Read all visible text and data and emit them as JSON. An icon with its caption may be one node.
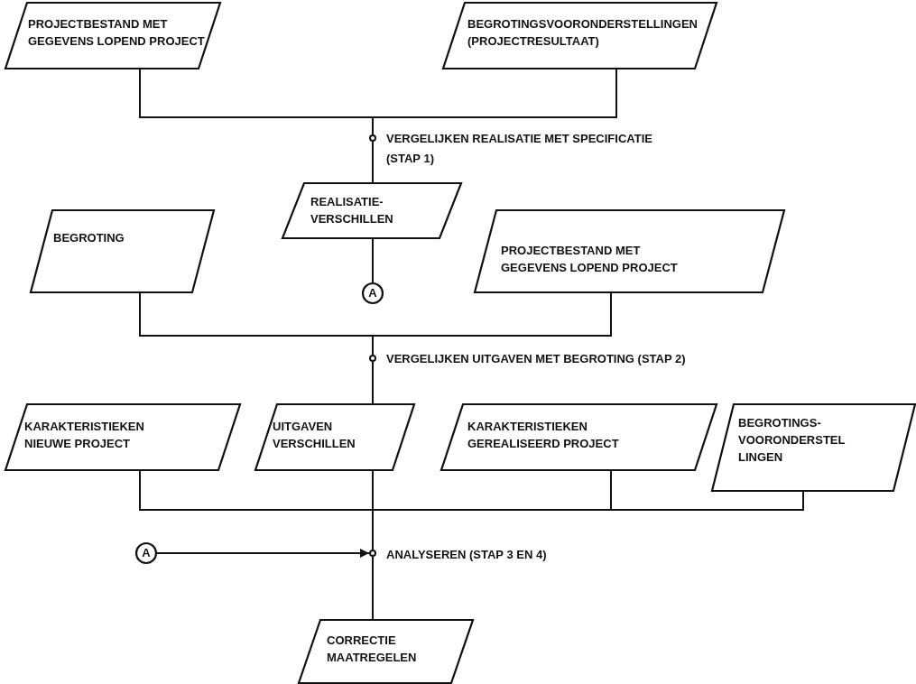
{
  "diagram": {
    "nodes": [
      {
        "text": [
          "PROJECTBESTAND MET GEGEVENS LOPEND PROJECT"
        ]
      },
      {
        "text": [
          "BEGROTINGSVOORONDERSTELLINGEN (PROJECTRESULTAAT)"
        ]
      },
      {
        "text": [],
        "shape": "circle",
        "beside": [
          "VERGELIJKEN REALISATIE MET SPECIFICATIE (STAP 1)"
        ]
      },
      {
        "text": [
          "REALISATIE- VERSCHILLEN"
        ]
      },
      {
        "text": [
          "A"
        ]
      },
      {
        "text": [
          "BEGROTING"
        ]
      },
      {
        "text": [
          "PROJECTBESTAND MET GEGEVENS LOPEND PROJECT"
        ]
      },
      {
        "text": [],
        "shape": "circle",
        "beside": [
          "VERGELIJKEN UITGAVEN MET BEGROTING (STAP 2)"
        ]
      },
      {
        "text": [
          "KARAKTERISTIEKEN NIEUWE PROJECT"
        ]
      },
      {
        "text": [
          "UITGAVEN VERSCHILLEN"
        ]
      },
      {
        "text": [
          "KARAKTERISTIEKEN GEREALISEERD PROJECT"
        ]
      },
      {
        "text": [
          "BEGROTINGS- VOORONDERSTEL LINGEN"
        ]
      },
      {
        "text": [
          "A"
        ]
      },
      {
        "text": [],
        "shape": "circle",
        "beside": [
          "ANALYSEREN (STAP 3 EN 4)"
        ]
      },
      {
        "text": [
          "CORRECTIE MAATREGELEN"
        ]
      }
    ],
    "edges": [
      {
        "from": 0,
        "to": 2,
        "arrow": "none"
      },
      {
        "from": 1,
        "to": 2,
        "arrow": "none"
      },
      {
        "from": 2,
        "to": 3,
        "arrow": "none"
      },
      {
        "from": 3,
        "to": 4,
        "arrow": "none"
      },
      {
        "from": 5,
        "to": 7,
        "arrow": "none"
      },
      {
        "from": 6,
        "to": 7,
        "arrow": "none"
      },
      {
        "from": 7,
        "to": 9,
        "arrow": "none"
      },
      {
        "from": 8,
        "to": 13,
        "arrow": "none"
      },
      {
        "from": 9,
        "to": 13,
        "arrow": "none"
      },
      {
        "from": 10,
        "to": 13,
        "arrow": "none"
      },
      {
        "from": 11,
        "to": 13,
        "arrow": "none"
      },
      {
        "from": 12,
        "to": 13,
        "arrow": "to"
      },
      {
        "from": 13,
        "to": 14,
        "arrow": "none"
      }
    ]
  }
}
